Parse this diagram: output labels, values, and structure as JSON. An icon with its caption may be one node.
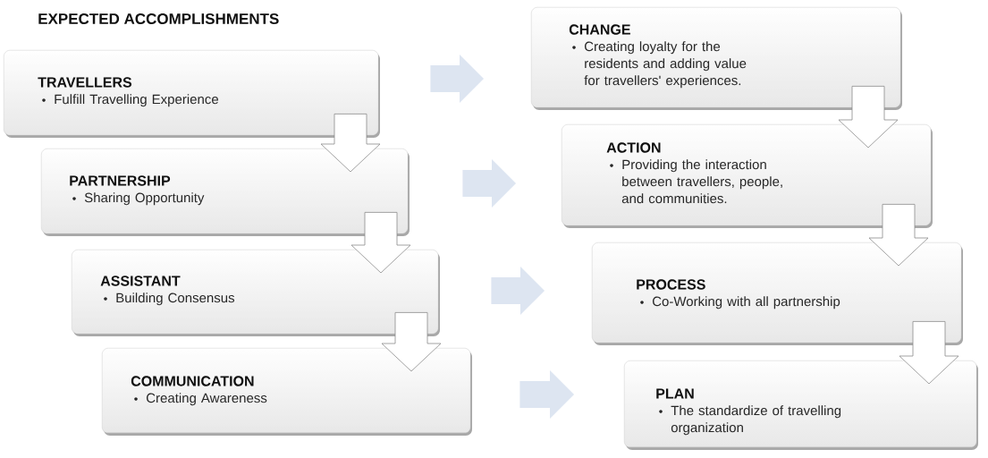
{
  "diagram": {
    "title": "EXPECTED ACCOMPLISHMENTS",
    "nodes": [
      {
        "text": [
          "TRAVELLERS",
          "Fulfill Travelling Experience"
        ]
      },
      {
        "text": [
          "PARTNERSHIP",
          "Sharing Opportunity"
        ]
      },
      {
        "text": [
          "ASSISTANT",
          "Building Consensus"
        ]
      },
      {
        "text": [
          "COMMUNICATION",
          "Creating Awareness"
        ]
      },
      {
        "text": [
          "CHANGE",
          "Creating loyalty for the residents and adding value for travellers' experiences."
        ]
      },
      {
        "text": [
          "ACTION",
          "Providing the interaction between travellers, people, and communities."
        ]
      },
      {
        "text": [
          "PROCESS",
          "Co-Working with all partnership"
        ]
      },
      {
        "text": [
          "PLAN",
          "The standardize of travelling organization"
        ]
      }
    ],
    "edges": [
      {
        "from": 0,
        "to": 1,
        "arrow": "to"
      },
      {
        "from": 1,
        "to": 2,
        "arrow": "to"
      },
      {
        "from": 2,
        "to": 3,
        "arrow": "to"
      },
      {
        "from": 4,
        "to": 5,
        "arrow": "to"
      },
      {
        "from": 5,
        "to": 6,
        "arrow": "to"
      },
      {
        "from": 6,
        "to": 7,
        "arrow": "to"
      },
      {
        "from": 0,
        "to": 4,
        "arrow": "to",
        "color": "#dde5f1"
      },
      {
        "from": 1,
        "to": 5,
        "arrow": "to",
        "color": "#dde5f1"
      },
      {
        "from": 2,
        "to": 6,
        "arrow": "to",
        "color": "#dde5f1"
      },
      {
        "from": 3,
        "to": 7,
        "arrow": "to",
        "color": "#dde5f1"
      }
    ]
  }
}
